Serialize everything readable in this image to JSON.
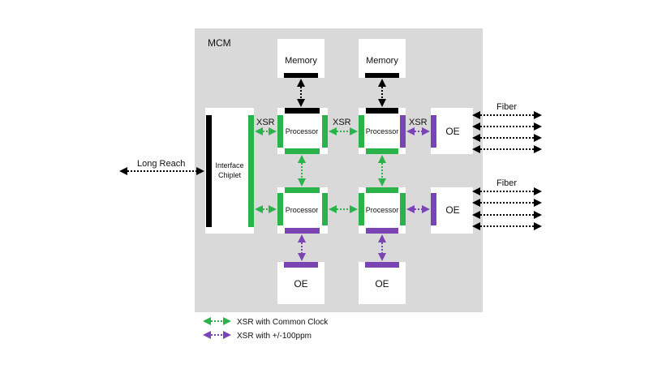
{
  "diagram": {
    "mcm_label": "MCM",
    "memory_label": "Memory",
    "processor_label": "Processor",
    "oe_label": "OE",
    "interface_label_line1": "Interface",
    "interface_label_line2": "Chiplet",
    "xsr_label": "XSR",
    "fiber_label": "Fiber",
    "long_reach_label": "Long Reach"
  },
  "legend": {
    "common_clock": "XSR with Common Clock",
    "ppm": "XSR with +/-100ppm"
  },
  "colors": {
    "mcm_background": "#d9d9d9",
    "green": "#2ab24b",
    "purple": "#7a44b2",
    "black": "#000000"
  }
}
